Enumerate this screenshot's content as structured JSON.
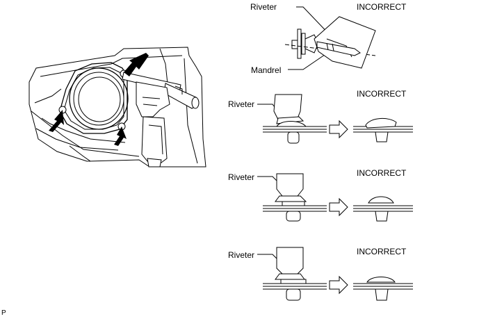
{
  "left_illustration": {
    "arrows": 3
  },
  "panels": [
    {
      "riveter_label": "Riveter",
      "mandrel_label": "Mandrel",
      "status": "INCORRECT"
    },
    {
      "riveter_label": "Riveter",
      "status": "INCORRECT"
    },
    {
      "riveter_label": "Riveter",
      "status": "INCORRECT"
    },
    {
      "riveter_label": "Riveter",
      "status": "INCORRECT"
    }
  ],
  "corner_code": "P"
}
